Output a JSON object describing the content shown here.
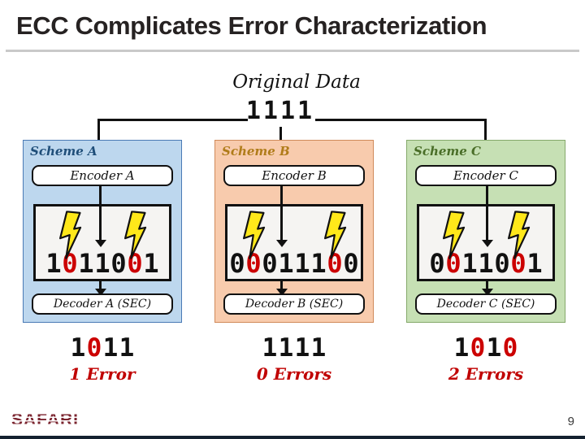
{
  "slide": {
    "title": "ECC Complicates Error Characterization",
    "page_number": "9",
    "logo_text": "SAFARI"
  },
  "original_data": {
    "label": "Original Data",
    "bits": "1111"
  },
  "schemes": [
    {
      "name": "Scheme A",
      "encoder": "Encoder A",
      "decoder": "Decoder A (SEC)",
      "codeword": {
        "bits": "1011001",
        "error_positions": [
          1,
          5
        ]
      },
      "output": {
        "bits": "1011",
        "error_positions": [
          1
        ]
      },
      "result": "1 Error",
      "colors": {
        "fill": "#bdd7ee",
        "border": "#4a7ab5",
        "name": "#1f4e79"
      }
    },
    {
      "name": "Scheme B",
      "encoder": "Encoder B",
      "decoder": "Decoder B (SEC)",
      "codeword": {
        "bits": "00011100",
        "error_positions": [
          1,
          6
        ]
      },
      "output": {
        "bits": "1111",
        "error_positions": []
      },
      "result": "0 Errors",
      "colors": {
        "fill": "#f8cbad",
        "border": "#d08a5a",
        "name": "#b07c1a"
      }
    },
    {
      "name": "Scheme C",
      "encoder": "Encoder C",
      "decoder": "Decoder C (SEC)",
      "codeword": {
        "bits": "0011001",
        "error_positions": [
          1,
          5
        ]
      },
      "output": {
        "bits": "1010",
        "error_positions": [
          1,
          3
        ]
      },
      "result": "2 Errors",
      "colors": {
        "fill": "#c6e0b4",
        "border": "#85a96b",
        "name": "#4a6e28"
      }
    }
  ],
  "colors": {
    "title": "#262222",
    "divider": "#c9c9c9",
    "error_red": "#cc0000",
    "result_red": "#c00000",
    "codeword_box_fill": "#f5f4f2",
    "bolt_yellow": "#ffe81a",
    "logo_maroon": "#7a232e",
    "page_number": "#3a3a3a",
    "bottom_bar": "#14212f",
    "arrow_black": "#111111"
  }
}
